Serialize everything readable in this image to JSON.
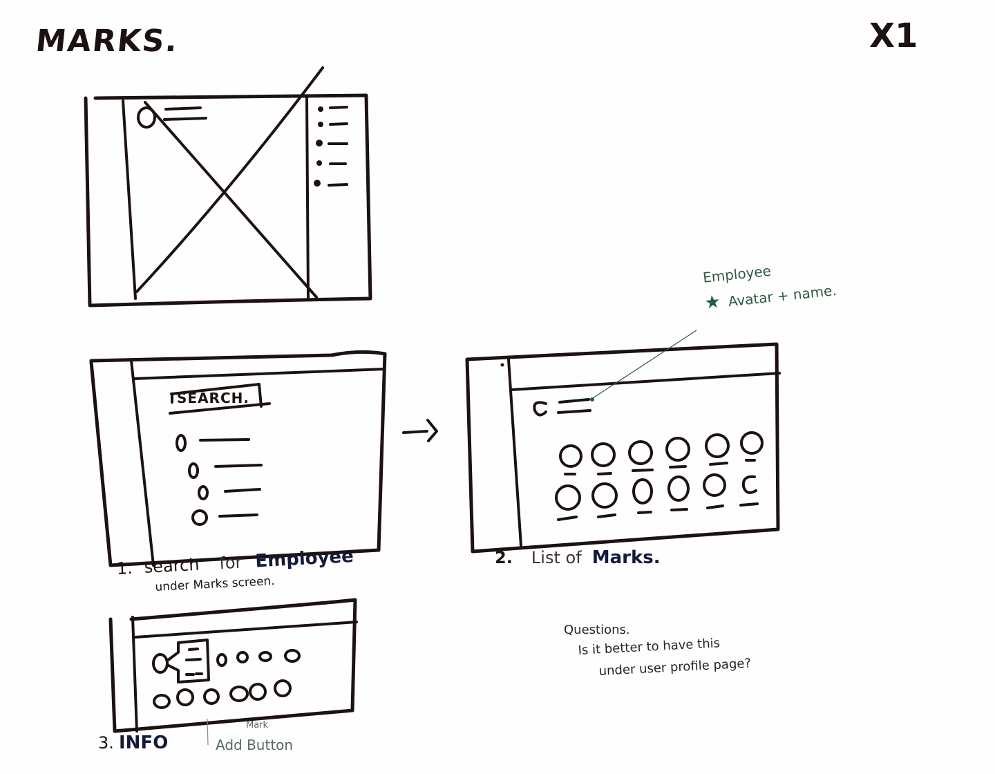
{
  "sheet": {
    "title": "MARKS.",
    "page_id": "X1"
  },
  "wireframes": [
    {
      "id": "wireframe-0",
      "state": "crossed-out",
      "description": "Left sidebar, main area with avatar + name lines, right panel with bullet list; crossed out with an X",
      "right_panel_bullets": 5
    },
    {
      "id": "wireframe-1",
      "number": "1.",
      "caption_parts": [
        "search",
        "for",
        "Employee"
      ],
      "sub_caption": "under Marks screen.",
      "search_box_label": "SEARCH.",
      "result_rows": 4
    },
    {
      "id": "wireframe-2",
      "number": "2.",
      "caption_parts": [
        "List of",
        "Marks."
      ],
      "header_item": "avatar + name",
      "marks_grid": {
        "rows": 2,
        "columns": 6
      }
    },
    {
      "id": "wireframe-3",
      "number": "3.",
      "caption": "INFO",
      "top_row_circles": 4,
      "bottom_row_circles": 6,
      "has_info_popover": true
    }
  ],
  "flow_arrow": "→",
  "annotations": {
    "employee_note": {
      "line1": "Employee",
      "line2": "Avatar + name.",
      "marker": "★",
      "color": "#2f5a40"
    },
    "add_button_note": {
      "line1": "Mark",
      "line2": "Add Button"
    }
  },
  "questions": {
    "heading": "Questions.",
    "line1": "Is it better to have this",
    "line2": "under user profile page?"
  },
  "colors": {
    "ink": "#1c1210",
    "green_ink": "#2f5a40",
    "blue_ink": "#141a3a",
    "paper": "#fefefe"
  }
}
